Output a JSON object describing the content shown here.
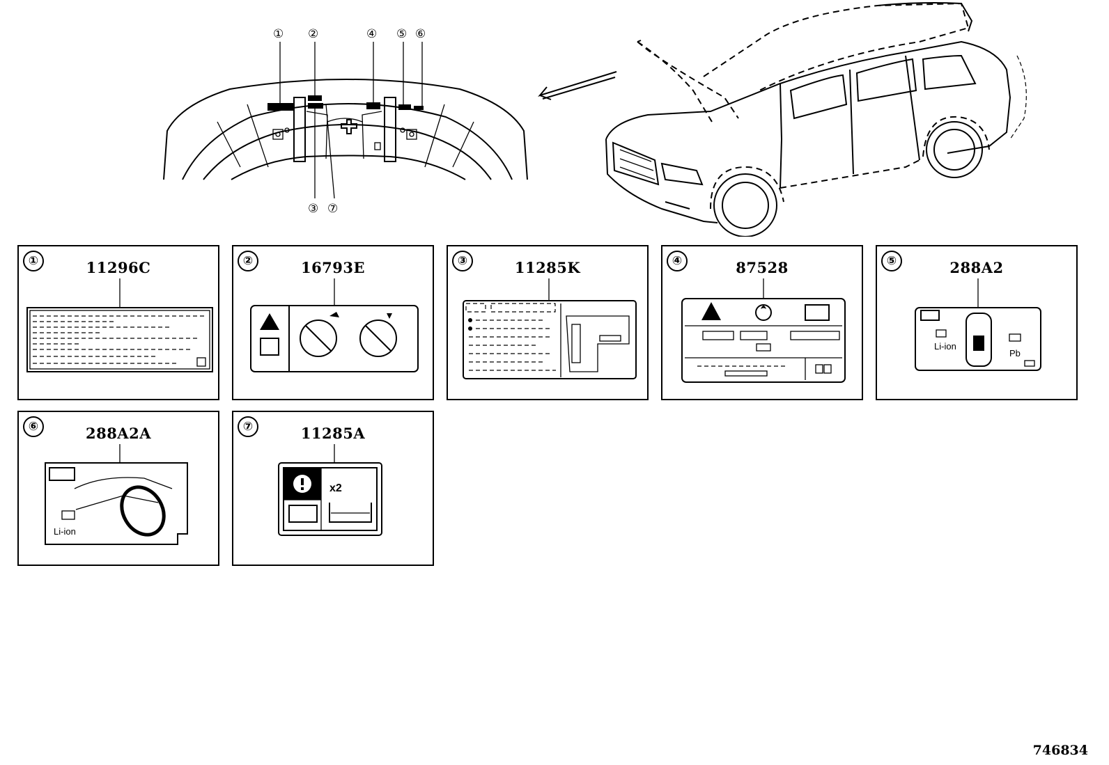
{
  "locator": {
    "callouts_top": [
      "①",
      "②",
      "④",
      "⑤",
      "⑥"
    ],
    "callouts_bottom": [
      "③",
      "⑦"
    ]
  },
  "labels": [
    {
      "index": "①",
      "part_number": "11296C"
    },
    {
      "index": "②",
      "part_number": "16793E"
    },
    {
      "index": "③",
      "part_number": "11285K"
    },
    {
      "index": "④",
      "part_number": "87528"
    },
    {
      "index": "⑤",
      "part_number": "288A2",
      "text": [
        "Li-ion",
        "Pb"
      ]
    },
    {
      "index": "⑥",
      "part_number": "288A2A",
      "text": [
        "Li-ion"
      ]
    },
    {
      "index": "⑦",
      "part_number": "11285A",
      "text": [
        "x2"
      ]
    }
  ],
  "diagram_id": "746834"
}
